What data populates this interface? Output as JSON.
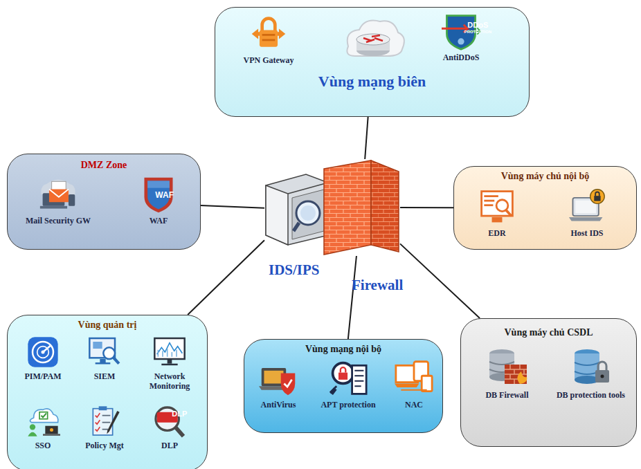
{
  "diagram": {
    "nodes": [
      {
        "text": [
          "Vùng mạng biên"
        ]
      },
      {
        "text": [
          "VPN Gateway"
        ],
        "in": 0
      },
      {
        "text": [
          "AntiDDoS"
        ],
        "in": 0
      },
      {
        "text": [
          "DMZ Zone"
        ]
      },
      {
        "text": [
          "Mail Security GW"
        ],
        "in": 3
      },
      {
        "text": [
          "WAF"
        ],
        "in": 3
      },
      {
        "text": [
          "Vùng máy chủ nội bộ"
        ]
      },
      {
        "text": [
          "EDR"
        ],
        "in": 6
      },
      {
        "text": [
          "Host IDS"
        ],
        "in": 6
      },
      {
        "text": [
          "IDS/IPS"
        ]
      },
      {
        "text": [
          "Firewall"
        ]
      },
      {
        "text": [
          "Vùng quản trị"
        ]
      },
      {
        "text": [
          "PIM/PAM"
        ],
        "in": 11
      },
      {
        "text": [
          "SIEM"
        ],
        "in": 11
      },
      {
        "text": [
          "Network Monitoring"
        ],
        "in": 11
      },
      {
        "text": [
          "SSO"
        ],
        "in": 11
      },
      {
        "text": [
          "Policy Mgt"
        ],
        "in": 11
      },
      {
        "text": [
          "DLP"
        ],
        "in": 11
      },
      {
        "text": [
          "Vùng mạng nội bộ"
        ]
      },
      {
        "text": [
          "AntiVirus"
        ],
        "in": 18
      },
      {
        "text": [
          "APT protection"
        ],
        "in": 18
      },
      {
        "text": [
          "NAC"
        ],
        "in": 18
      },
      {
        "text": [
          "Vùng máy chủ CSDL"
        ]
      },
      {
        "text": [
          "DB Firewall"
        ],
        "in": 22
      },
      {
        "text": [
          "DB protection tools"
        ],
        "in": 22
      }
    ],
    "edges": [
      {
        "from": 0,
        "to": 10,
        "arrow": "none"
      },
      {
        "from": 3,
        "to": 9,
        "arrow": "none"
      },
      {
        "from": 6,
        "to": 10,
        "arrow": "none"
      },
      {
        "from": 11,
        "to": 9,
        "arrow": "none"
      },
      {
        "from": 18,
        "to": 10,
        "arrow": "none"
      },
      {
        "from": 22,
        "to": 10,
        "arrow": "none"
      }
    ],
    "labels": [
      "DDoS",
      "PROTECTION",
      "WAF",
      "DLP"
    ]
  }
}
